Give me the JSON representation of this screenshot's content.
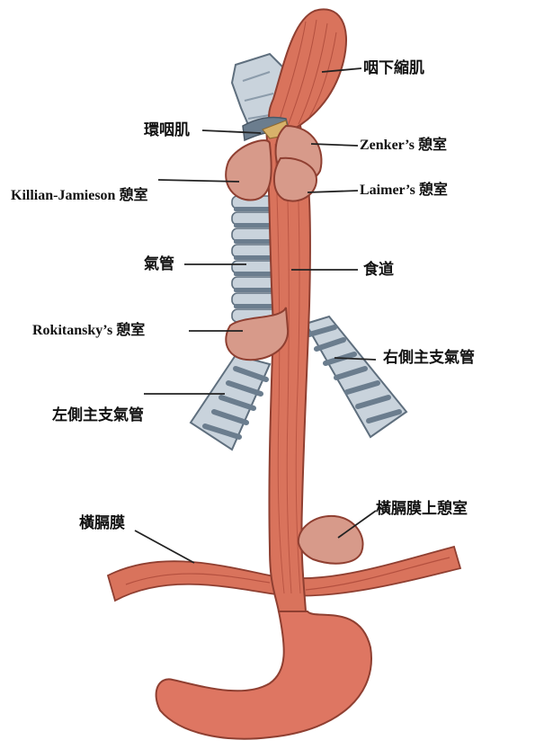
{
  "labels": {
    "pharyngeal_constrictor": "咽下縮肌",
    "cricopharyngeus": "環咽肌",
    "zenker": "Zenker’s 憩室",
    "killian_jamieson": "Killian-Jamieson 憩室",
    "laimer": "Laimer’s 憩室",
    "trachea": "氣管",
    "esophagus": "食道",
    "rokitansky": "Rokitansky’s 憩室",
    "right_bronchus": "右側主支氣管",
    "left_bronchus": "左側主支氣管",
    "diaphragm": "橫膈膜",
    "epiphrenic": "橫膈膜上憩室"
  },
  "colors": {
    "muscle": "#d9735c",
    "muscle_dark": "#b4503f",
    "diverticulum": "#d79a8a",
    "cartilage": "#c9d3dc",
    "cartilage_dark": "#6b7d8e",
    "stomach": "#de7662",
    "leader": "#222222"
  }
}
